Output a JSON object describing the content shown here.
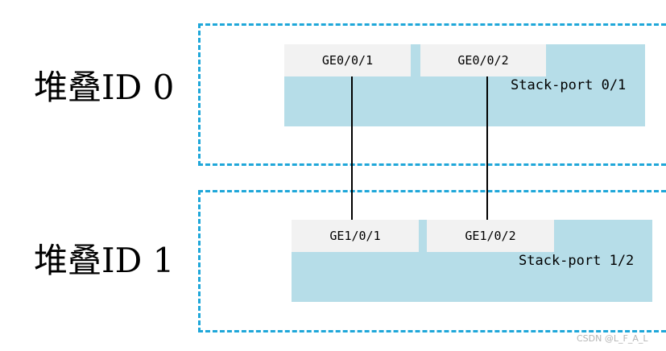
{
  "stack_members": [
    {
      "label": "堆叠ID 0",
      "ports": [
        {
          "name": "GE0/0/1"
        },
        {
          "name": "GE0/0/2"
        }
      ],
      "stack_port": "Stack-port 0/1"
    },
    {
      "label": "堆叠ID 1",
      "ports": [
        {
          "name": "GE1/0/1"
        },
        {
          "name": "GE1/0/2"
        }
      ],
      "stack_port": "Stack-port 1/2"
    }
  ],
  "links": [
    {
      "from": "GE0/0/1",
      "to": "GE1/0/1"
    },
    {
      "from": "GE0/0/2",
      "to": "GE1/0/2"
    }
  ],
  "colors": {
    "dashed_border": "#1fa7d9",
    "stack_port_fill": "#b6dde8",
    "port_fill": "#f2f2f2",
    "cable": "#000000"
  },
  "watermark": "CSDN @L_F_A_L"
}
